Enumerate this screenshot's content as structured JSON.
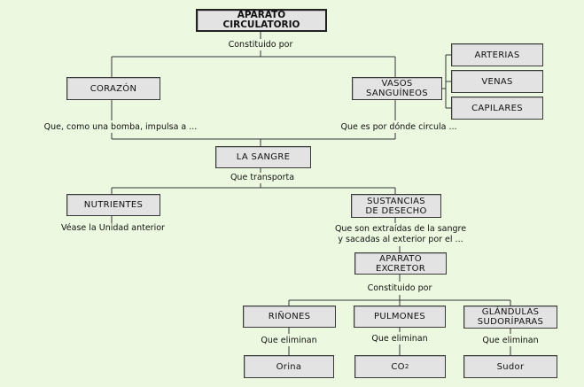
{
  "title": "APARATO CIRCULATORIO",
  "labels": {
    "constituido": "Constituido por",
    "bomba": "Que, como una bomba, impulsa a ...",
    "circula": "Que es por dónde circula ...",
    "transporta": "Que transporta",
    "vease": "Véase la Unidad anterior",
    "extraidas": "Que son extraídas de la sangre\ny sacadas al exterior por el ...",
    "constituido2": "Constituido por",
    "elimina1": "Que eliminan",
    "elimina2": "Que eliminan",
    "elimina3": "Que eliminan"
  },
  "nodes": {
    "corazon": "CORAZÓN",
    "vasos": "VASOS\nSANGUÍNEOS",
    "arterias": "ARTERIAS",
    "venas": "VENAS",
    "capilares": "CAPILARES",
    "sangre": "LA SANGRE",
    "nutrientes": "NUTRIENTES",
    "desecho": "SUSTANCIAS\nDE DESECHO",
    "excretor": "APARATO\nEXCRETOR",
    "rinones": "RIÑONES",
    "pulmones": "PULMONES",
    "glandulas": "GLÁNDULAS\nSUDORÍPARAS",
    "orina": "Orina",
    "co2": "CO",
    "co2_sub": "2",
    "sudor": "Sudor"
  }
}
